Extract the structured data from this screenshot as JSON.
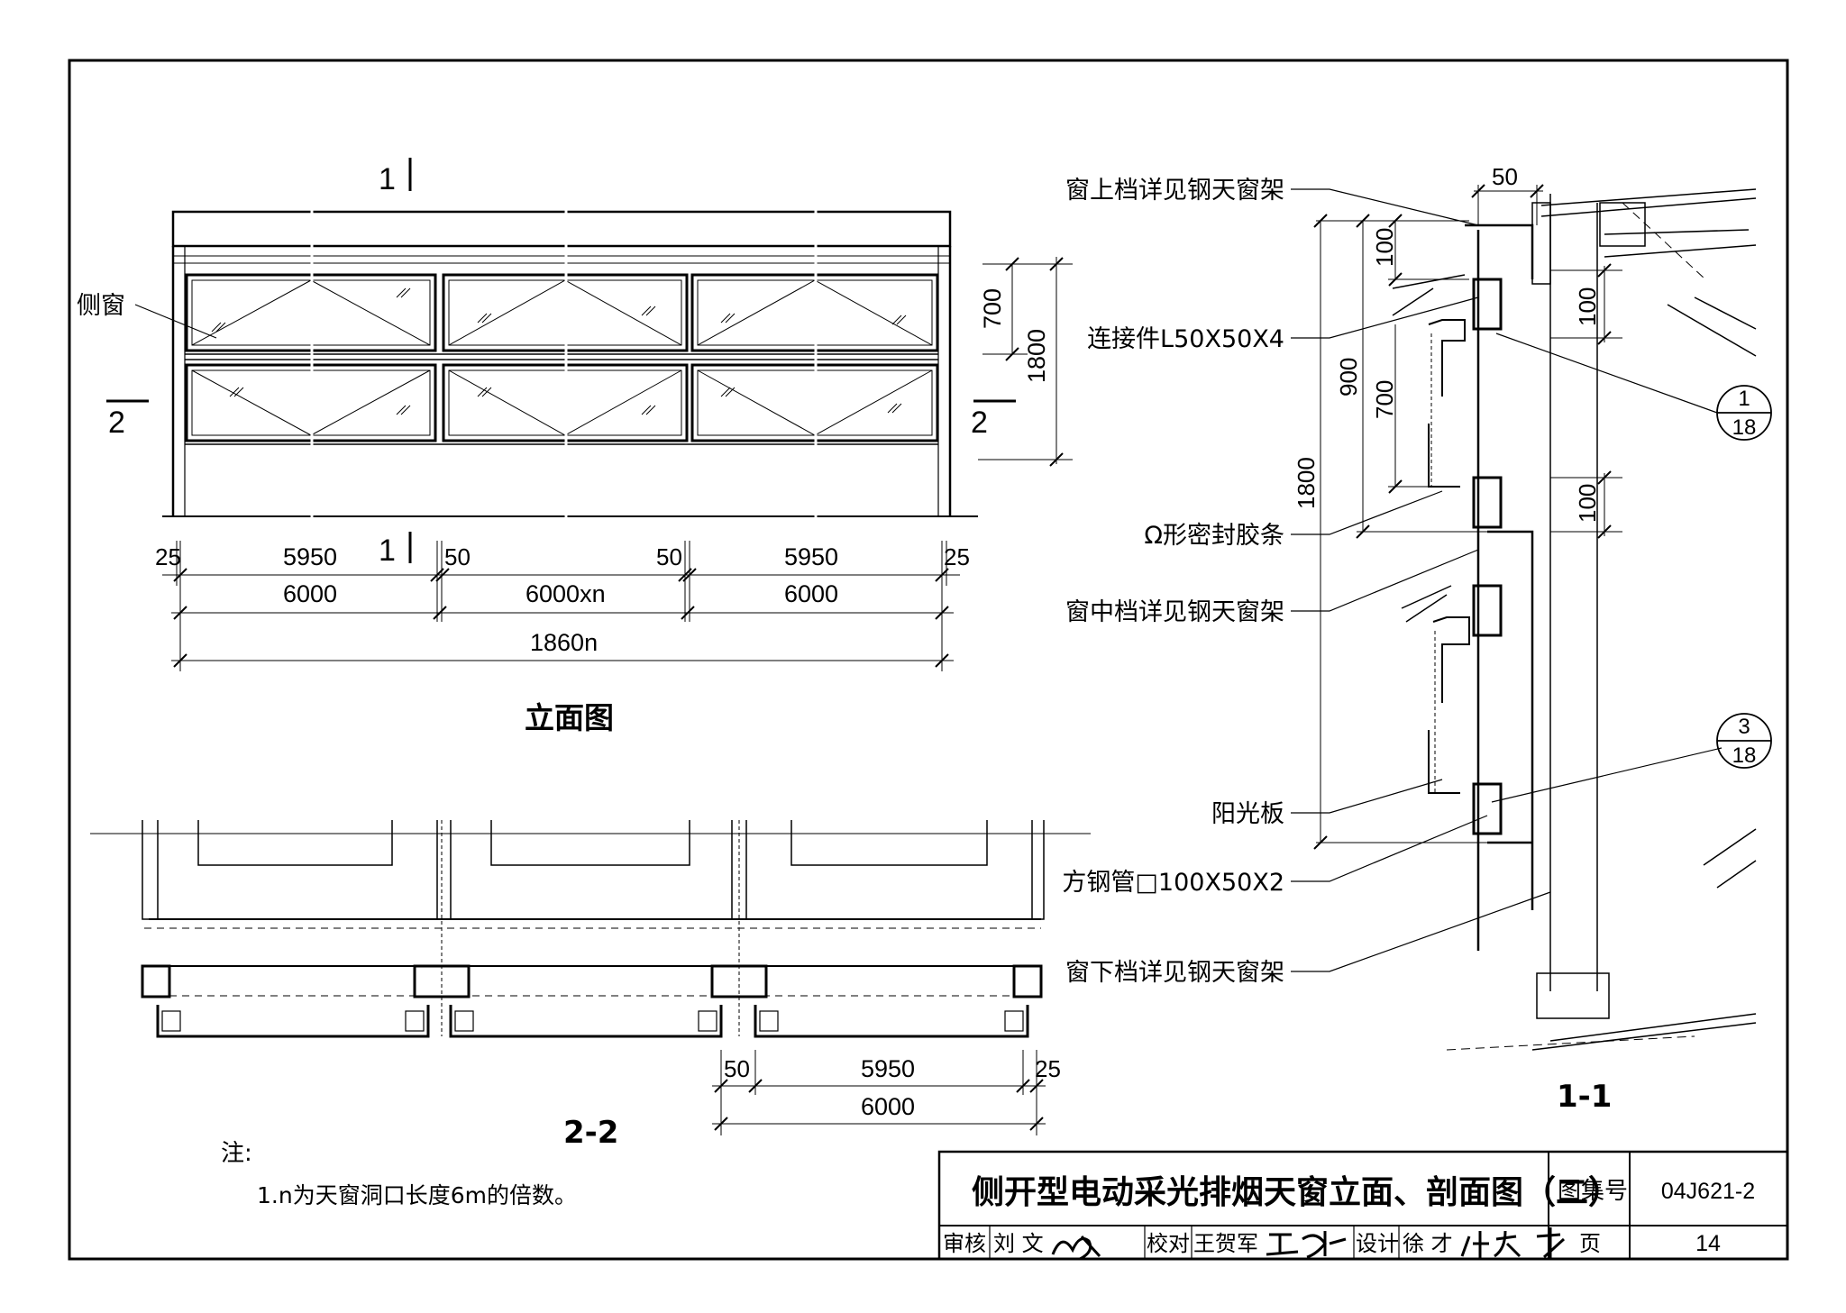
{
  "elevation": {
    "section_mark_top": "1",
    "section_mark_bottom": "1",
    "section_mark_left": "2",
    "section_mark_right": "2",
    "side_window_label": "侧窗",
    "dim_700": "700",
    "dim_1800": "1800",
    "dim_25_left": "25",
    "dim_5950_left": "5950",
    "dim_50_left": "50",
    "dim_50_right": "50",
    "dim_5950_right": "5950",
    "dim_25_right": "25",
    "dim_6000_left": "6000",
    "dim_6000xn": "6000xn",
    "dim_6000_right": "6000",
    "dim_total": "1860n",
    "caption": "立面图"
  },
  "section22": {
    "dim_50": "50",
    "dim_5950": "5950",
    "dim_25": "25",
    "dim_6000": "6000",
    "caption": "2-2"
  },
  "section11": {
    "labels": [
      "窗上档详见钢天窗架",
      "连接件L50X50X4",
      "Ω形密封胶条",
      "窗中档详见钢天窗架",
      "阳光板",
      "方钢管□100X50X2",
      "窗下档详见钢天窗架"
    ],
    "dim_50": "50",
    "dim_100_a": "100",
    "dim_900": "900",
    "dim_700": "700",
    "dim_1800": "1800",
    "dim_100_right_top": "100",
    "dim_100_right_bottom": "100",
    "callout_1_num": "1",
    "callout_1_den": "18",
    "callout_3_num": "3",
    "callout_3_den": "18",
    "caption": "1-1"
  },
  "notes": {
    "heading": "注:",
    "line1": "1.n为天窗洞口长度6m的倍数。"
  },
  "title_block": {
    "title": "侧开型电动采光排烟天窗立面、剖面图（二）",
    "atlas_label": "图集号",
    "atlas_value": "04J621-2",
    "review_label": "审核",
    "review_name": "刘  文",
    "check_label": "校对",
    "check_name": "王贺军",
    "design_label": "设计",
    "design_name": "徐  才",
    "page_label": "页",
    "page_value": "14"
  }
}
